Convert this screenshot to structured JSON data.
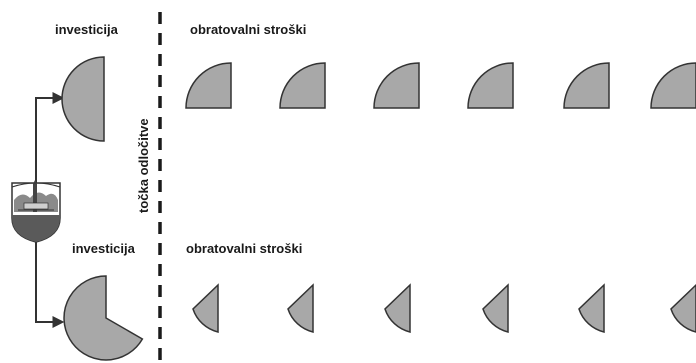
{
  "top": {
    "investment_label": "investicija",
    "operating_costs_label": "obratovalni stroški"
  },
  "bottom": {
    "investment_label": "investicija",
    "operating_costs_label": "obratovalni stroški"
  },
  "decision_point_label": "točka odločitve",
  "colors": {
    "fill": "#a8a8a8",
    "stroke": "#333333",
    "dash": "#1a1a1a"
  }
}
